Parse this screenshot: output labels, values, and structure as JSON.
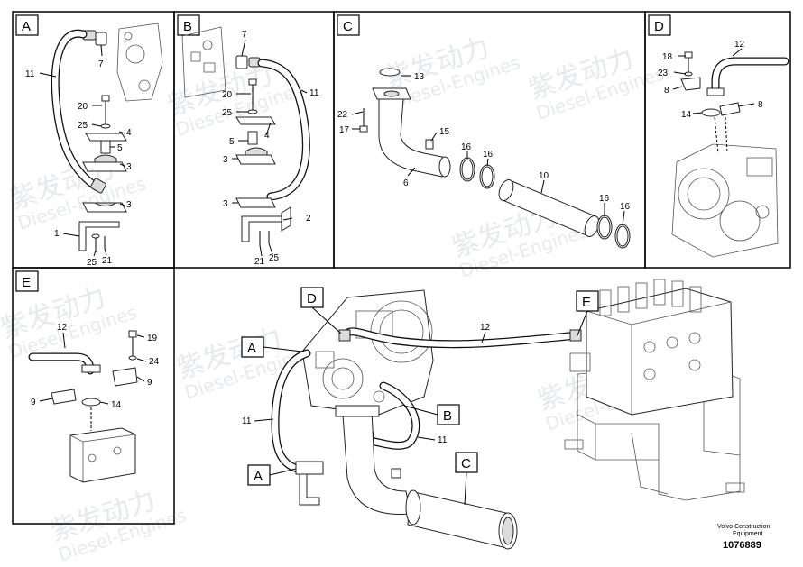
{
  "panels": {
    "a": {
      "letter": "A",
      "labels": [
        "11",
        "7",
        "20",
        "25",
        "4",
        "5",
        "3",
        "3",
        "1",
        "25",
        "21"
      ]
    },
    "b": {
      "letter": "B",
      "labels": [
        "7",
        "11",
        "20",
        "25",
        "4",
        "5",
        "3",
        "3",
        "2",
        "21",
        "25"
      ]
    },
    "c": {
      "letter": "C",
      "labels": [
        "13",
        "22",
        "17",
        "15",
        "16",
        "16",
        "6",
        "10",
        "16",
        "16"
      ]
    },
    "d": {
      "letter": "D",
      "labels": [
        "12",
        "18",
        "23",
        "8",
        "14",
        "8"
      ]
    },
    "e": {
      "letter": "E",
      "labels": [
        "12",
        "19",
        "24",
        "9",
        "9",
        "14"
      ]
    }
  },
  "overview": {
    "callouts": [
      "D",
      "E",
      "A",
      "B",
      "A",
      "C"
    ],
    "labels": [
      "12",
      "11",
      "11"
    ]
  },
  "footer": {
    "company_line1": "Volvo Construction",
    "company_line2": "Equipment",
    "drawing_number": "1076889"
  },
  "watermark": {
    "cn": "紫发动力",
    "en": "Diesel-Engines"
  }
}
